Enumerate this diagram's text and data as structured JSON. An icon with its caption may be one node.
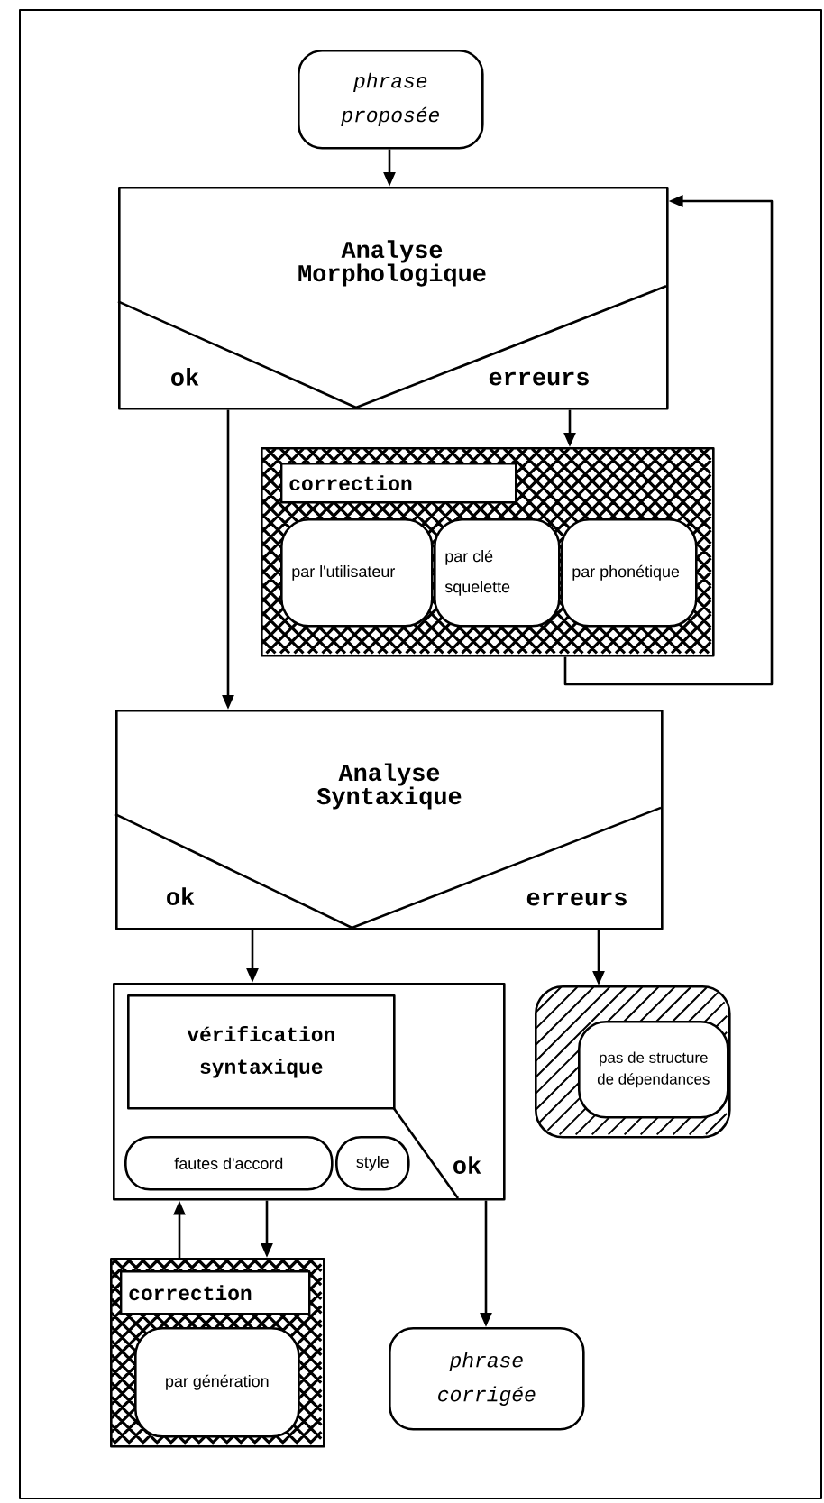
{
  "diagram": {
    "nodes": [
      {
        "text": [
          "phrase proposée"
        ]
      },
      {
        "text": [
          "Analyse Morphologique",
          "ok",
          "erreurs"
        ]
      },
      {
        "text": [
          "correction"
        ]
      },
      {
        "text": [
          "par l'utilisateur"
        ],
        "in": 2
      },
      {
        "text": [
          "par clé squelette"
        ],
        "in": 2
      },
      {
        "text": [
          "par phonétique"
        ],
        "in": 2
      },
      {
        "text": [
          "Analyse Syntaxique",
          "ok",
          "erreurs"
        ]
      },
      {
        "text": [
          "ok"
        ]
      },
      {
        "text": [
          "vérification syntaxique"
        ],
        "in": 7
      },
      {
        "text": [
          "fautes d'accord"
        ],
        "in": 7
      },
      {
        "text": [
          "style"
        ],
        "in": 7
      },
      {
        "text": [],
        "shape": "box"
      },
      {
        "text": [
          "pas de structure de dépendances"
        ],
        "in": 11
      },
      {
        "text": [
          "correction"
        ]
      },
      {
        "text": [
          "par génération"
        ],
        "in": 13
      },
      {
        "text": [
          "phrase corrigée"
        ]
      }
    ],
    "edges": [
      {
        "from": 0,
        "to": 1,
        "arrow": "to"
      },
      {
        "from": 1,
        "to": 6,
        "arrow": "to"
      },
      {
        "from": 1,
        "to": 2,
        "arrow": "to"
      },
      {
        "from": 2,
        "to": 1,
        "arrow": "to"
      },
      {
        "from": 6,
        "to": 7,
        "arrow": "to"
      },
      {
        "from": 6,
        "to": 11,
        "arrow": "to"
      },
      {
        "from": 7,
        "to": 13,
        "arrow": "to"
      },
      {
        "from": 13,
        "to": 7,
        "arrow": "to"
      },
      {
        "from": 7,
        "to": 15,
        "arrow": "to"
      }
    ]
  }
}
